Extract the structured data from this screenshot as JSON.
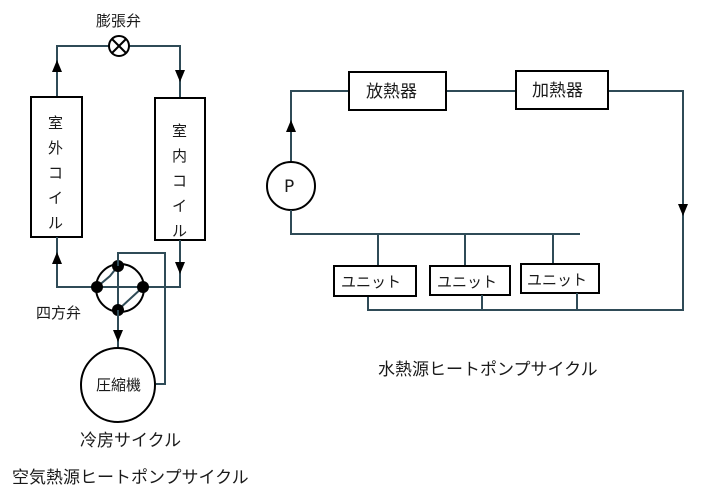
{
  "left": {
    "expansion_valve": "膨張弁",
    "outdoor_coil": [
      "室",
      "外",
      "コ",
      "イ",
      "ル"
    ],
    "indoor_coil": [
      "室",
      "内",
      "コ",
      "イ",
      "ル"
    ],
    "four_way_valve": "四方弁",
    "compressor": "圧縮機",
    "mode": "冷房サイクル",
    "title": "空気熱源ヒートポンプサイクル"
  },
  "right": {
    "radiator": "放熱器",
    "heater": "加熱器",
    "pump": "P",
    "units": [
      "ユニット",
      "ユニット",
      "ユニット"
    ],
    "title": "水熱源ヒートポンプサイクル"
  }
}
